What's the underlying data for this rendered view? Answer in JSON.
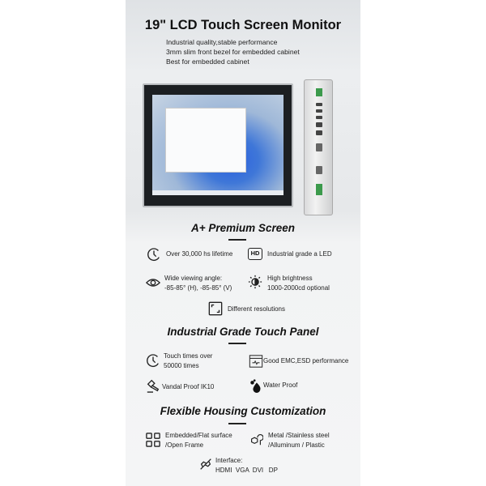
{
  "header": {
    "title": "19\" LCD Touch Screen Monitor",
    "lines": [
      "Industrial quality,stable performance",
      "3mm slim front bezel for embedded cabinet",
      "Best for embedded cabinet"
    ]
  },
  "premium": {
    "heading": "A+ Premium Screen",
    "lifetime": "Over 30,000 hs lifetime",
    "led": "Industrial grade a LED",
    "hd_badge": "HD",
    "angle1": "Wide viewing angle:",
    "angle2": "-85-85° (H), -85-85° (V)",
    "bright1": "High brightness",
    "bright2": "1000-2000cd optional",
    "resolutions": "Different resolutions"
  },
  "touch": {
    "heading": "Industrial Grade Touch Panel",
    "times1": "Touch times over",
    "times2": "50000 times",
    "emc": "Good EMC,ESD performance",
    "vandal": "Vandal Proof IK10",
    "water": "Water Proof"
  },
  "housing": {
    "heading": "Flexible Housing Customization",
    "embed1": "Embedded/Flat surface",
    "embed2": "/Open Frame",
    "metal1": "Metal /Stainless steel",
    "metal2": "/Alluminum / Plastic",
    "iface1": "Interface:",
    "iface2": "HDMI  VGA  DVI   DP"
  }
}
